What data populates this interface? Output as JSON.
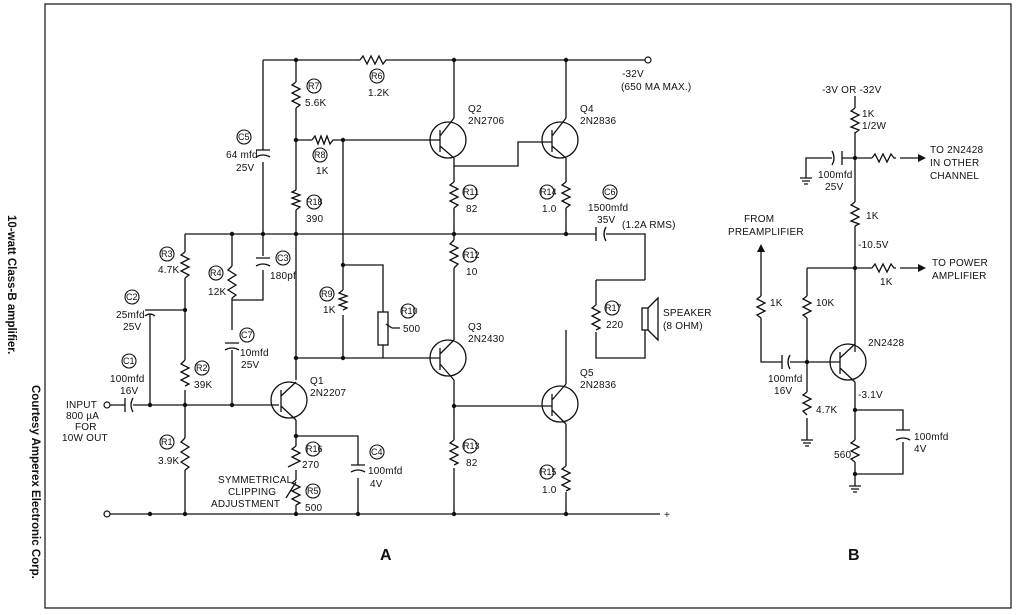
{
  "caption": {
    "title": "10-watt Class-B amplifier.",
    "credit": "Courtesy Amperex Electronic Corp."
  },
  "circuit_a": {
    "label": "A",
    "supply": {
      "voltage": "-32V",
      "limit": "(650 MA MAX.)"
    },
    "input": {
      "line1": "INPUT",
      "line2": "800 µA",
      "line3": "FOR",
      "line4": "10W OUT"
    },
    "output": {
      "label": "SPEAKER",
      "impedance": "(8 OHM)",
      "current": "(1.2A RMS)"
    },
    "plus_terminal": "+",
    "clipping": {
      "line1": "SYMMETRICAL",
      "line2": "CLIPPING",
      "line3": "ADJUSTMENT"
    },
    "components": {
      "R6": {
        "ref": "R6",
        "value": "1.2K"
      },
      "R7": {
        "ref": "R7",
        "value": "5.6K"
      },
      "R8": {
        "ref": "R8",
        "value": "1K"
      },
      "R18": {
        "ref": "R18",
        "value": "390"
      },
      "R3": {
        "ref": "R3",
        "value": "4.7K"
      },
      "R4": {
        "ref": "R4",
        "value": "12K"
      },
      "R2": {
        "ref": "R2",
        "value": "39K"
      },
      "R1": {
        "ref": "R1",
        "value": "3.9K"
      },
      "R9": {
        "ref": "R9",
        "value": "1K"
      },
      "R10": {
        "ref": "R10",
        "value": "500"
      },
      "R11": {
        "ref": "R11",
        "value": "82"
      },
      "R12": {
        "ref": "R12",
        "value": "10"
      },
      "R13": {
        "ref": "R13",
        "value": "82"
      },
      "R14": {
        "ref": "R14",
        "value": "1.0"
      },
      "R15": {
        "ref": "R15",
        "value": "1.0"
      },
      "R16": {
        "ref": "R16",
        "value": "270"
      },
      "R5": {
        "ref": "R5",
        "value": "500"
      },
      "R17": {
        "ref": "R17",
        "value": "220"
      },
      "C5": {
        "ref": "C5",
        "value1": "64 mfd",
        "value2": "25V"
      },
      "C3": {
        "ref": "C3",
        "value1": "180pf"
      },
      "C7": {
        "ref": "C7",
        "value1": "10mfd",
        "value2": "25V"
      },
      "C2": {
        "ref": "C2",
        "value1": "25mfd",
        "value2": "25V"
      },
      "C1": {
        "ref": "C1",
        "value1": "100mfd",
        "value2": "16V"
      },
      "C4": {
        "ref": "C4",
        "value1": "100mfd",
        "value2": "4V"
      },
      "C6": {
        "ref": "C6",
        "value1": "1500mfd",
        "value2": "35V"
      },
      "Q1": {
        "ref": "Q1",
        "part": "2N2207"
      },
      "Q2": {
        "ref": "Q2",
        "part": "2N2706"
      },
      "Q3": {
        "ref": "Q3",
        "part": "2N2430"
      },
      "Q4": {
        "ref": "Q4",
        "part": "2N2836"
      },
      "Q5": {
        "ref": "Q5",
        "part": "2N2836"
      }
    }
  },
  "circuit_b": {
    "label": "B",
    "supply": "-3V  OR  -32V",
    "top_resistor": {
      "value1": "1K",
      "value2": "1/2W"
    },
    "decoupling_cap": {
      "value1": "100mfd",
      "value2": "25V"
    },
    "to_other": {
      "line1": "TO 2N2428",
      "line2": "IN OTHER",
      "line3": "CHANNEL"
    },
    "mid_resistor": "1K",
    "node_voltage": "-10.5V",
    "to_power": {
      "line1": "TO POWER",
      "line2": "AMPLIFIER"
    },
    "out_resistor": "1K",
    "from_pre": {
      "line1": "FROM",
      "line2": "PREAMPLIFIER"
    },
    "input_resistor": "1K",
    "bias_resistor_top": "10K",
    "bias_resistor_bottom": "4.7K",
    "input_cap": {
      "value1": "100mfd",
      "value2": "16V"
    },
    "transistor": "2N2428",
    "emitter_voltage": "-3.1V",
    "emitter_resistor": "560",
    "emitter_cap": {
      "value1": "100mfd",
      "value2": "4V"
    }
  }
}
